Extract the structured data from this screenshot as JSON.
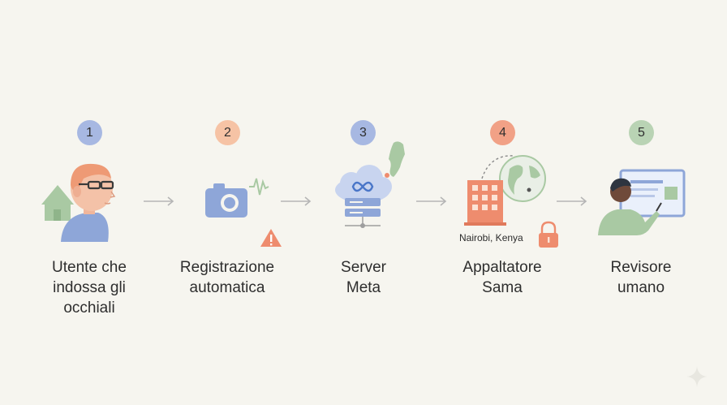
{
  "colors": {
    "background": "#f6f5ef",
    "blue": "#8ea6d8",
    "orange": "#f2b592",
    "coral": "#ee8c6e",
    "green": "#a9c9a3",
    "gray_arrow": "#b5b5b5"
  },
  "steps": [
    {
      "number": "1",
      "badge_color": "#a7b8e2",
      "icon": "person-with-glasses-and-home-icon",
      "label_lines": [
        "Utente che",
        "indossa gli",
        "occhiali"
      ]
    },
    {
      "number": "2",
      "badge_color": "#f6c3a5",
      "icon": "camera-with-signal-and-warning-icon",
      "label_lines": [
        "Registrazione",
        "automatica"
      ]
    },
    {
      "number": "3",
      "badge_color": "#a7b8e2",
      "icon": "meta-cloud-server-icon",
      "label_lines": [
        "Server",
        "Meta"
      ]
    },
    {
      "number": "4",
      "badge_color": "#f1a186",
      "icon": "building-globe-lock-icon",
      "label_lines": [
        "Appaltatore",
        "Sama"
      ],
      "location": "Nairobi, Kenya"
    },
    {
      "number": "5",
      "badge_color": "#b9d3b4",
      "icon": "human-reviewer-screen-icon",
      "label_lines": [
        "Revisore",
        "umano"
      ]
    }
  ]
}
